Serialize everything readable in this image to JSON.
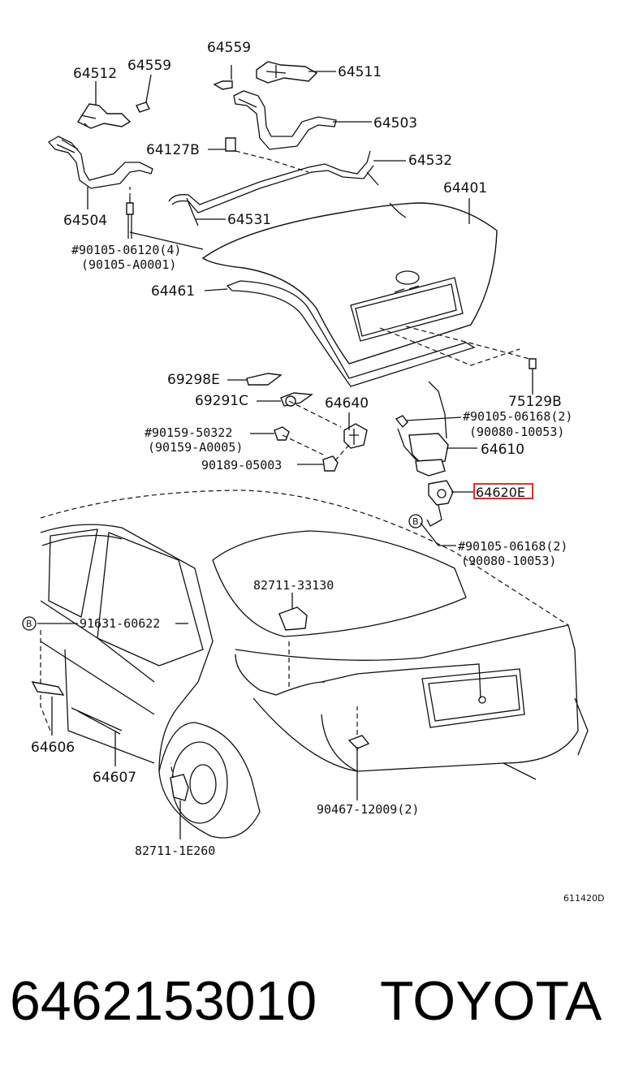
{
  "diagram": {
    "labels": {
      "p64559a": "64559",
      "p64511": "64511",
      "p64512": "64512",
      "p64559b": "64559",
      "p64503": "64503",
      "p64127B": "64127B",
      "p64532": "64532",
      "p64401": "64401",
      "p64504": "64504",
      "p64531": "64531",
      "bolt1a": "#90105-06120(4)",
      "bolt1b": "(90105-A0001)",
      "p64461": "64461",
      "p69298E": "69298E",
      "p75129B": "75129B",
      "p69291C": "69291C",
      "p64640": "64640",
      "bolt2a": "#90105-06168(2)",
      "bolt2b": "(90080-10053)",
      "bolt3a": "#90159-50322",
      "bolt3b": "(90159-A0005)",
      "p64610": "64610",
      "p90189": "90189-05003",
      "p64620": "64620E",
      "circleB1": "B",
      "bolt4a": "#90105-06168(2)",
      "bolt4b": "(90080-10053)",
      "p82711a": "82711-33130",
      "circleB2": "B",
      "p91631": "91631-60622",
      "p64606": "64606",
      "p64607": "64607",
      "p90467": "90467-12009(2)",
      "p82711b": "82711-1E260",
      "diagram_code": "611420D"
    },
    "highlight_color": "#e03030"
  },
  "footer": {
    "part_number": "6462153010",
    "brand": "TOYOTA"
  }
}
